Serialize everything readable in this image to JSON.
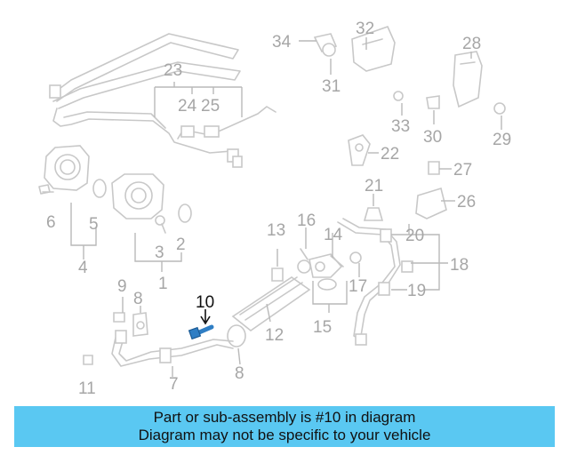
{
  "highlight_color": "#2f7ec4",
  "caption_bg_color": "#5ac8f2",
  "callouts": {
    "c1": "1",
    "c2": "2",
    "c3": "3",
    "c4": "4",
    "c5": "5",
    "c6": "6",
    "c7": "7",
    "c8a": "8",
    "c8b": "8",
    "c9": "9",
    "c10": "10",
    "c11": "11",
    "c12": "12",
    "c13": "13",
    "c14": "14",
    "c15": "15",
    "c16": "16",
    "c17": "17",
    "c18": "18",
    "c19": "19",
    "c20": "20",
    "c21": "21",
    "c22": "22",
    "c23": "23",
    "c24": "24",
    "c25": "25",
    "c26": "26",
    "c27": "27",
    "c28": "28",
    "c29": "29",
    "c30": "30",
    "c31": "31",
    "c32": "32",
    "c33": "33",
    "c34": "34"
  },
  "caption": {
    "line1": "Part or sub-assembly is #10 in diagram",
    "line2": "Diagram may not be specific to your vehicle"
  }
}
